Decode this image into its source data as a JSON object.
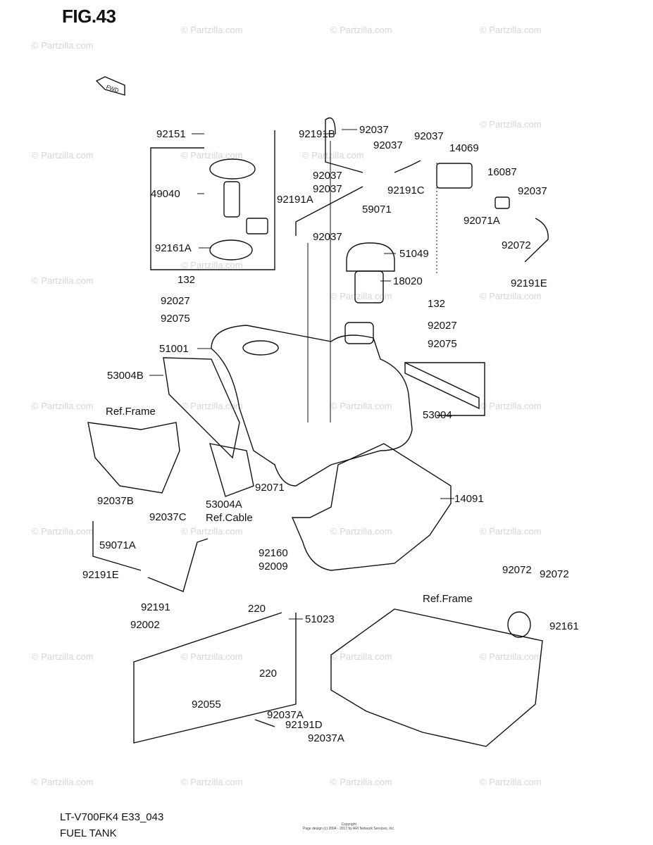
{
  "figure": {
    "title": "FIG.43",
    "direction_marker": "FWD",
    "model_code": "LT-V700FK4 E33_043",
    "section_name": "FUEL TANK",
    "copyright_line1": "Copyright",
    "copyright_line2": "Page design (c) 2004 - 2017 by ARI Network Services, Inc.",
    "watermark": "© Partzilla.com"
  },
  "callouts": [
    "92151",
    "92191B",
    "92037",
    "92037",
    "92037",
    "14069",
    "16087",
    "92037",
    "92037",
    "92191C",
    "92037",
    "92191A",
    "59071",
    "49040",
    "92071A",
    "92037",
    "92072",
    "92161A",
    "51049",
    "92191E",
    "132",
    "18020",
    "92027",
    "132",
    "92075",
    "92027",
    "92075",
    "51001",
    "53004B",
    "Ref.Frame",
    "53004",
    "92071",
    "53004A",
    "14091",
    "92037B",
    "92037C",
    "Ref.Cable",
    "59071A",
    "92160",
    "92009",
    "92191E",
    "92072",
    "92072",
    "Ref.Frame",
    "92191",
    "220",
    "51023",
    "92002",
    "92161",
    "220",
    "92055",
    "92037A",
    "92191D",
    "92037A"
  ],
  "colors": {
    "line": "#111111",
    "watermark": "#d6d6d6"
  }
}
